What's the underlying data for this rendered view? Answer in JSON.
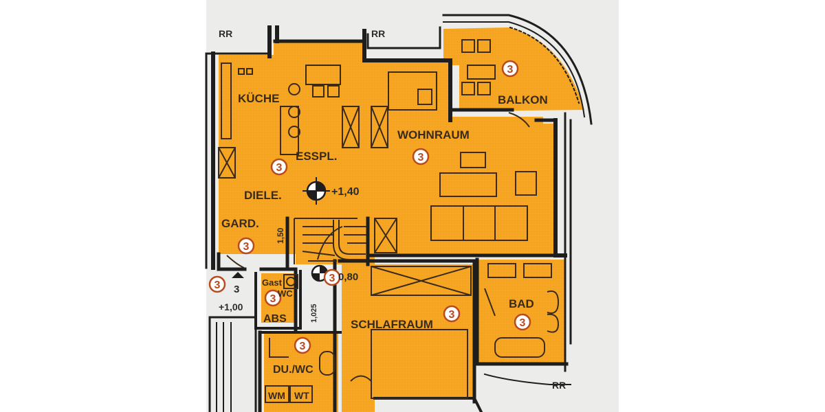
{
  "colors": {
    "room_fill": "#f6a623",
    "wall": "#1e1e1e",
    "paper": "#ececea",
    "badge_ring": "#b94a1e",
    "label": "#3a2a1a"
  },
  "rooms": {
    "kueche": "KÜCHE",
    "esspl": "ESSPL.",
    "wohnraum": "WOHNRAUM",
    "balkon": "BALKON",
    "diele": "DIELE.",
    "gard": "GARD.",
    "gast": "Gast",
    "gast_wc": "WC",
    "abs": "ABS",
    "schlafraum": "SCHLAFRAUM",
    "bad": "BAD",
    "duwc": "DU./WC",
    "wm": "WM",
    "wt": "WT"
  },
  "badge_number": "3",
  "marks": {
    "rr_top_left": "RR",
    "rr_top_center": "RR",
    "rr_bottom_right": "RR",
    "level_main": "+1,40",
    "level_stair": "0,80",
    "level_entry": "+1,00",
    "stair_number": "3",
    "dim_150": "1,50",
    "dim_1025": "1,025"
  },
  "icons": {
    "level_marker": "crosshair-level-icon",
    "entry_arrow": "up-arrow-icon"
  }
}
